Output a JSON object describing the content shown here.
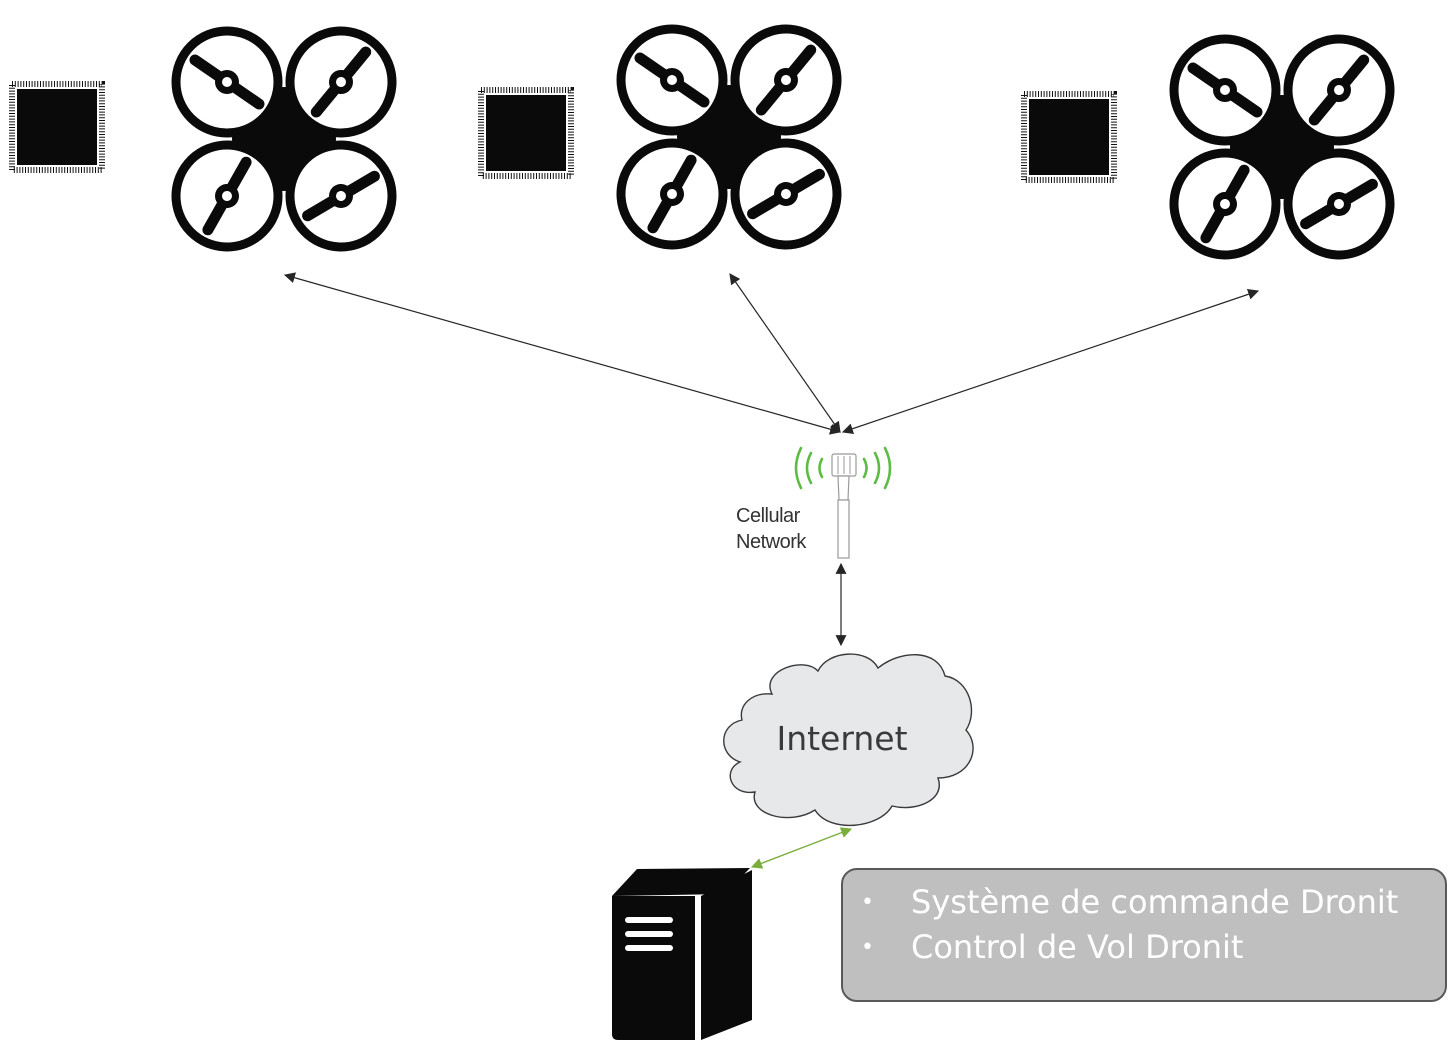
{
  "network": {
    "tower_label_line1": "Cellular",
    "tower_label_line2": "Network",
    "cloud_label": "Internet",
    "signal_color": "#5dbb46",
    "link_color": "#7aad3c"
  },
  "nodes": {
    "drones": [
      "drone",
      "drone",
      "drone"
    ],
    "chips": [
      "microcontroller-chip",
      "microcontroller-chip",
      "microcontroller-chip"
    ],
    "server_icon": "server-tower-icon"
  },
  "info_box": {
    "items": [
      "Système de commande Dronit",
      "Control de Vol Dronit"
    ]
  }
}
